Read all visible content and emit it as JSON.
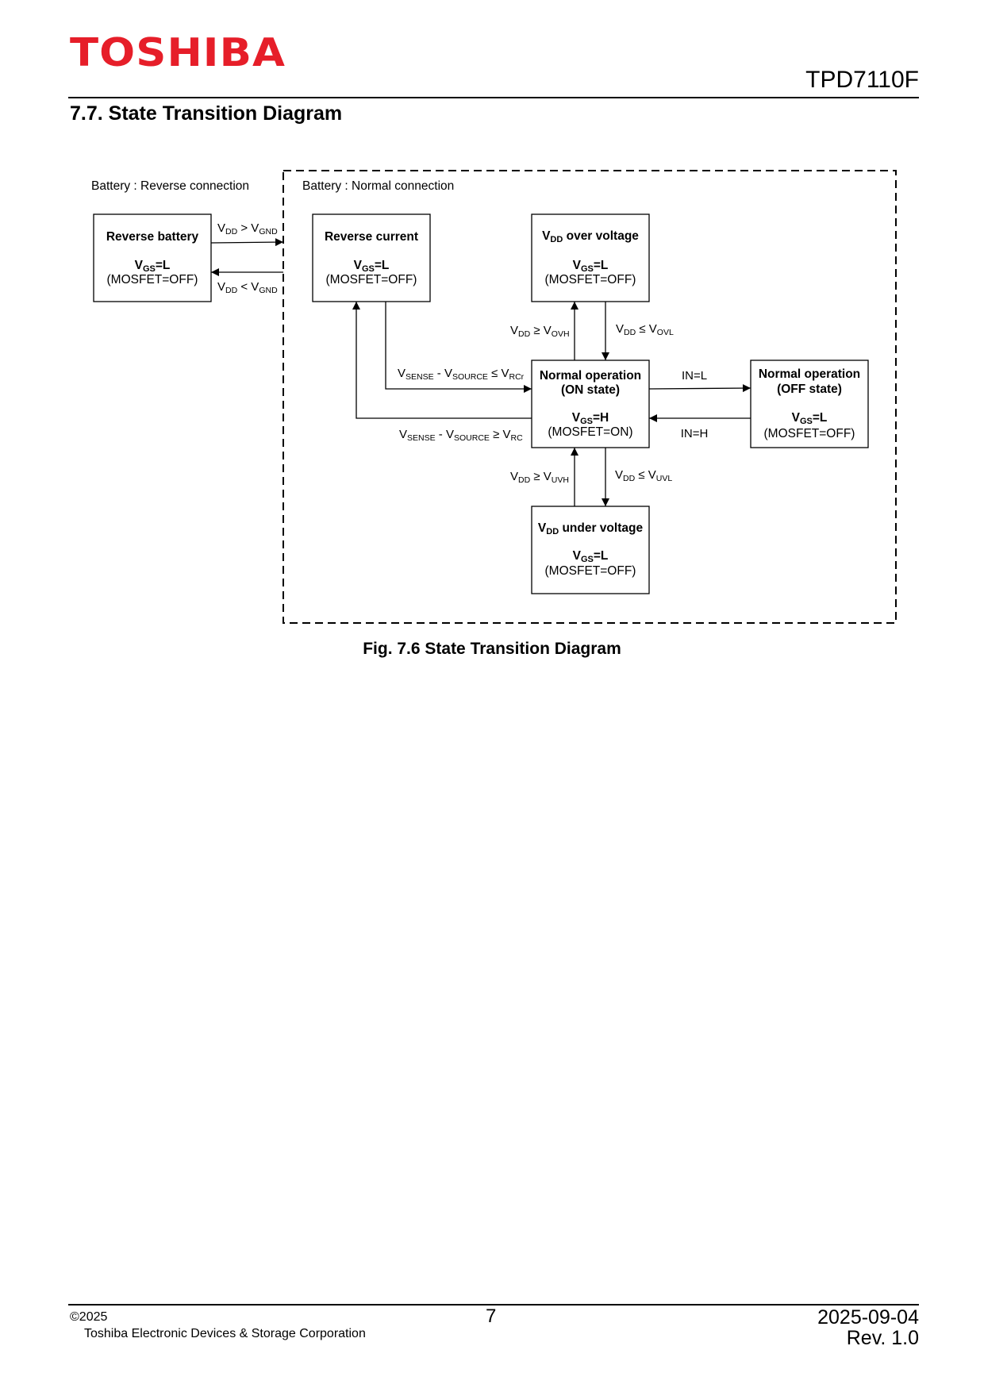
{
  "header": {
    "brand": "TOSHIBA",
    "doc_id": "TPD7110F",
    "section_title": "7.7. State Transition Diagram"
  },
  "diagram": {
    "region_reverse_label": "Battery : Reverse connection",
    "region_normal_label": "Battery : Normal connection",
    "states": {
      "reverse_battery": {
        "title": "Reverse battery",
        "vgs_prefix": "V",
        "vgs_sub": "GS",
        "vgs_value": "=L",
        "mosfet": "(MOSFET=OFF)"
      },
      "reverse_current": {
        "title": "Reverse current",
        "vgs_prefix": "V",
        "vgs_sub": "GS",
        "vgs_value": "=L",
        "mosfet": "(MOSFET=OFF)"
      },
      "over_voltage": {
        "title_prefix": "V",
        "title_sub": "DD",
        "title_suffix": " over voltage",
        "vgs_prefix": "V",
        "vgs_sub": "GS",
        "vgs_value": "=L",
        "mosfet": "(MOSFET=OFF)"
      },
      "normal_on": {
        "title_line1": "Normal operation",
        "title_line2": "(ON state)",
        "vgs_prefix": "V",
        "vgs_sub": "GS",
        "vgs_value": "=H",
        "mosfet": "(MOSFET=ON)"
      },
      "normal_off": {
        "title_line1": "Normal operation",
        "title_line2": "(OFF state)",
        "vgs_prefix": "V",
        "vgs_sub": "GS",
        "vgs_value": "=L",
        "mosfet": "(MOSFET=OFF)"
      },
      "under_voltage": {
        "title_prefix": "V",
        "title_sub": "DD",
        "title_suffix": " under voltage",
        "vgs_prefix": "V",
        "vgs_sub": "GS",
        "vgs_value": "=L",
        "mosfet": "(MOSFET=OFF)"
      }
    },
    "transitions": {
      "vdd_gt_vgnd": {
        "a": "V",
        "a_sub": "DD",
        "op": " > ",
        "b": "V",
        "b_sub": "GND"
      },
      "vdd_lt_vgnd": {
        "a": "V",
        "a_sub": "DD",
        "op": " < ",
        "b": "V",
        "b_sub": "GND"
      },
      "vdd_ge_vovh": {
        "a": "V",
        "a_sub": "DD",
        "op": " ≥ ",
        "b": "V",
        "b_sub": "OVH"
      },
      "vdd_le_vovl": {
        "a": "V",
        "a_sub": "DD",
        "op": " ≤ ",
        "b": "V",
        "b_sub": "OVL"
      },
      "vdd_ge_vuvh": {
        "a": "V",
        "a_sub": "DD",
        "op": " ≥ ",
        "b": "V",
        "b_sub": "UVH"
      },
      "vdd_le_vuvl": {
        "a": "V",
        "a_sub": "DD",
        "op": " ≤ ",
        "b": "V",
        "b_sub": "UVL"
      },
      "sense_le_vrcr": {
        "a": "V",
        "a_sub": "SENSE",
        "mid": " - ",
        "b": "V",
        "b_sub": "SOURCE",
        "op": " ≤ ",
        "c": "V",
        "c_sub": "RCr"
      },
      "sense_ge_vrc": {
        "a": "V",
        "a_sub": "SENSE",
        "mid": " - ",
        "b": "V",
        "b_sub": "SOURCE",
        "op": " ≥ ",
        "c": "V",
        "c_sub": "RC"
      },
      "in_l": "IN=L",
      "in_h": "IN=H"
    },
    "caption": "Fig. 7.6  State Transition Diagram"
  },
  "footer": {
    "copyright": "©2025",
    "company": "Toshiba Electronic Devices & Storage Corporation",
    "page": "7",
    "date": "2025-09-04",
    "revision": "Rev. 1.0"
  },
  "colors": {
    "brand_red": "#e61e29",
    "line": "#000000"
  }
}
